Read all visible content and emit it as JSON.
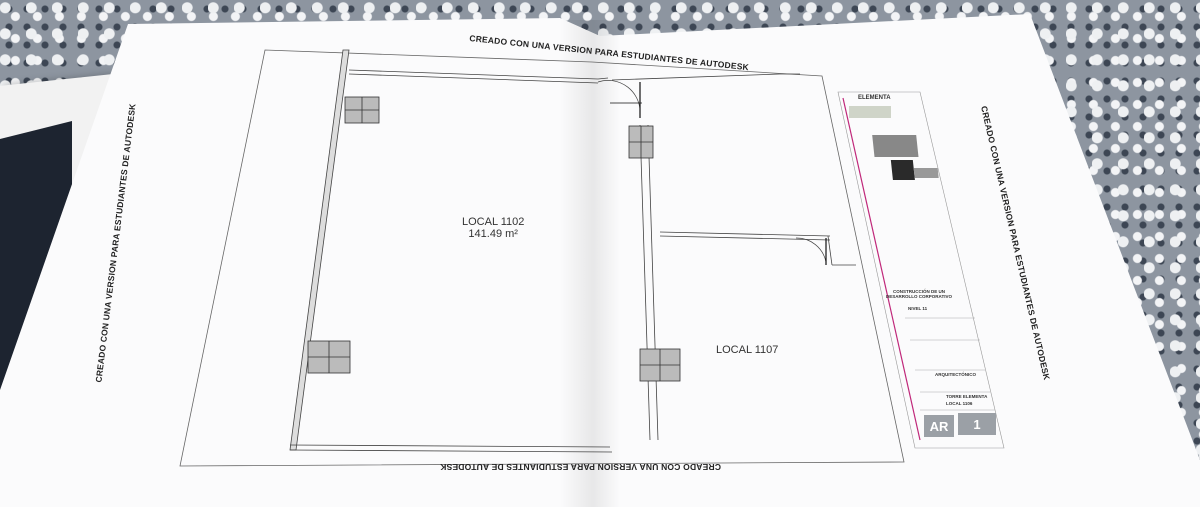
{
  "watermark_text": "CREADO CON UNA VERSION PARA ESTUDIANTES DE AUTODESK",
  "rooms": [
    {
      "name": "LOCAL 1102",
      "area": "141.49 m²"
    },
    {
      "name": "LOCAL 1107"
    }
  ],
  "title_block": {
    "logo": "ELEMENTA",
    "project_title": "CONSTRUCCIÓN DE UN DESARROLLO CORPORATIVO",
    "level": "NIVEL 11",
    "discipline": "ARQUITECTÓNICO",
    "building": "TORRE ELEMENTA",
    "sheet_subject": "LOCAL 1106",
    "sheet_prefix": "AR",
    "sheet_number": "1"
  },
  "colors": {
    "title_block_accent": "#c0287a",
    "badge": "#9ba0a6"
  }
}
